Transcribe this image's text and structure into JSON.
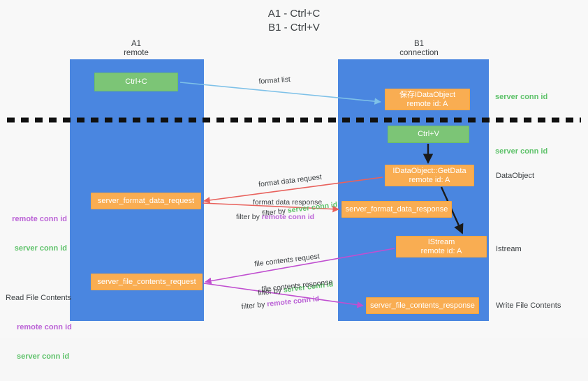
{
  "title": "A1 - Ctrl+C\nB1 - Ctrl+V",
  "colors": {
    "lane": "#4a86e0",
    "green_box": "#7cc576",
    "orange_box": "#f9ad52",
    "server_conn_id": "#5ec26a",
    "remote_conn_id": "#bb63d6",
    "arrow_blue": "#7ec1e8",
    "arrow_red": "#e8615c",
    "arrow_magenta": "#c04fd0",
    "arrow_black": "#1a1a1a",
    "background": "#f8f8f8",
    "text": "#3c4043"
  },
  "columns": {
    "left": {
      "name": "A1",
      "role": "remote"
    },
    "right": {
      "name": "B1",
      "role": "connection"
    }
  },
  "boxes": {
    "ctrl_c": "Ctrl+C",
    "save_idataobject": "保存IDataObject\nremote id: A",
    "ctrl_v": "Ctrl+V",
    "idataobject_getdata": "IDataObject::GetData\nremote id: A",
    "istream": "IStream\nremote id: A",
    "server_format_data_request": "server_format_data_request",
    "server_format_data_response": "server_format_data_response",
    "server_file_contents_request": "server_file_contents_request",
    "server_file_contents_response": "server_file_contents_response"
  },
  "right_labels": {
    "server_conn_id_top": "server conn id",
    "server_conn_id_mid": "server conn id",
    "dataobject": "DataObject",
    "istream": "Istream",
    "write_file_contents": "Write File Contents"
  },
  "left_labels": {
    "remote_conn_id_1": "remote conn id",
    "server_conn_id_1": "server conn id",
    "read_file_contents": "Read File Contents",
    "remote_conn_id_2": "remote conn id",
    "server_conn_id_2": "server conn id"
  },
  "annotations": {
    "format_list": "format list",
    "format_data_request": "format data request",
    "format_data_request_filter_prefix": "filter by ",
    "format_data_request_filter_value": "server conn id",
    "format_data_response": "format data response",
    "format_data_response_filter_prefix": "filter by ",
    "format_data_response_filter_value": "remote conn id",
    "file_contents_request": "file contents request",
    "file_contents_request_filter_prefix": "filter by ",
    "file_contents_request_filter_value": "server conn id",
    "file_contents_response": "file contents response",
    "file_contents_response_filter_prefix": "filter by ",
    "file_contents_response_filter_value": "remote conn id"
  }
}
